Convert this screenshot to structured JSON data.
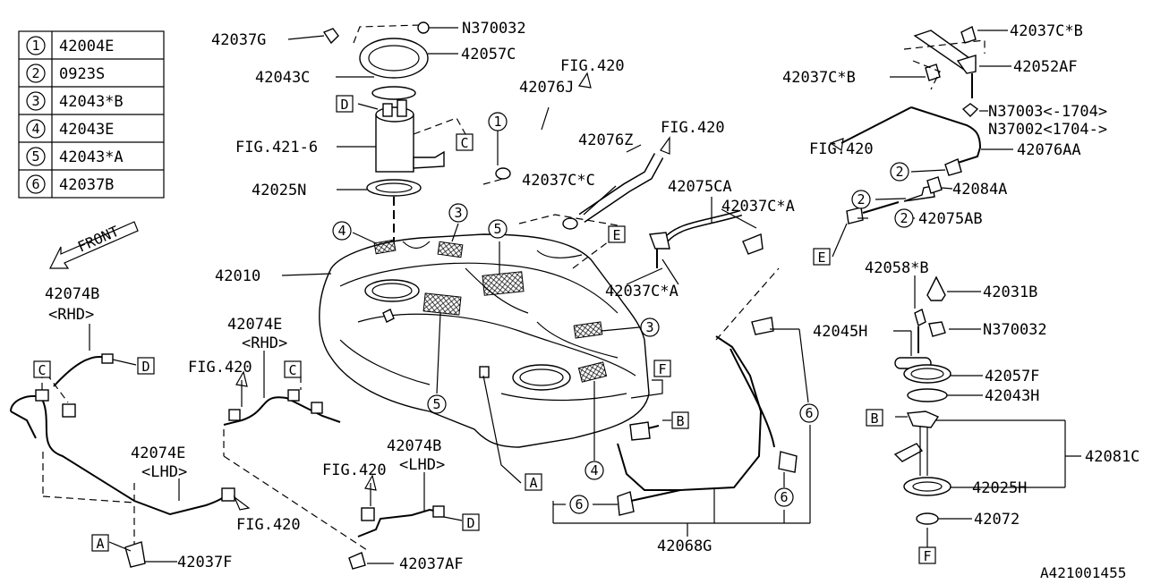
{
  "legend": [
    {
      "num": "1",
      "part": "42004E"
    },
    {
      "num": "2",
      "part": "0923S"
    },
    {
      "num": "3",
      "part": "42043*B"
    },
    {
      "num": "4",
      "part": "42043E"
    },
    {
      "num": "5",
      "part": "42043*A"
    },
    {
      "num": "6",
      "part": "42037B"
    }
  ],
  "front_label": "FRONT",
  "labels": {
    "p42037G": "42037G",
    "pN370032_top": "N370032",
    "p42057C": "42057C",
    "p42043C": "42043C",
    "fig420_a": "FIG.420",
    "p42076J": "42076J",
    "fig420_b": "FIG.420",
    "p42076Z": "42076Z",
    "fig421_6": "FIG.421-6",
    "p42025N": "42025N",
    "p42037CC": "42037C*C",
    "p42075CA": "42075CA",
    "p42037CA_top": "42037C*A",
    "p42010": "42010",
    "p42037CA_bot": "42037C*A",
    "p42074B_rhd": "42074B",
    "rhd_1": "<RHD>",
    "p42074E_rhd": "42074E",
    "rhd_2": "<RHD>",
    "fig420_c": "FIG.420",
    "p42074E_lhd": "42074E",
    "lhd_1": "<LHD>",
    "fig420_d": "FIG.420",
    "p42037F": "42037F",
    "p42074B_lhd": "42074B",
    "lhd_2": "<LHD>",
    "fig420_e": "FIG.420",
    "p42037AF": "42037AF",
    "p42068G": "42068G",
    "p42037CB_top": "42037C*B",
    "p42052AF": "42052AF",
    "p42037CB_mid": "42037C*B",
    "pN37003": "N37003<-1704>",
    "pN37002": "N37002<1704->",
    "fig420_f": "FIG.420",
    "p42076AA": "42076AA",
    "p42084A": "42084A",
    "p42075AB": "42075AB",
    "p42058B": "42058*B",
    "p42031B": "42031B",
    "pN370032_bot": "N370032",
    "p42045H": "42045H",
    "p42057F": "42057F",
    "p42043H": "42043H",
    "p42081C": "42081C",
    "p42025H": "42025H",
    "p42072": "42072",
    "drawing_no": "A421001455"
  },
  "callouts": {
    "c1": "1",
    "c2a": "2",
    "c2b": "2",
    "c2c": "2",
    "c3a": "3",
    "c3b": "3",
    "c4a": "4",
    "c4b": "4",
    "c5a": "5",
    "c5b": "5",
    "c6a": "6",
    "c6b": "6",
    "c6c": "6"
  },
  "refs": {
    "D1": "D",
    "C1": "C",
    "E1": "E",
    "F1": "F",
    "A1": "A",
    "B1": "B",
    "C2": "C",
    "D2": "D",
    "C3": "C",
    "A2": "A",
    "D3": "D",
    "E2": "E",
    "B2": "B",
    "F2": "F"
  }
}
